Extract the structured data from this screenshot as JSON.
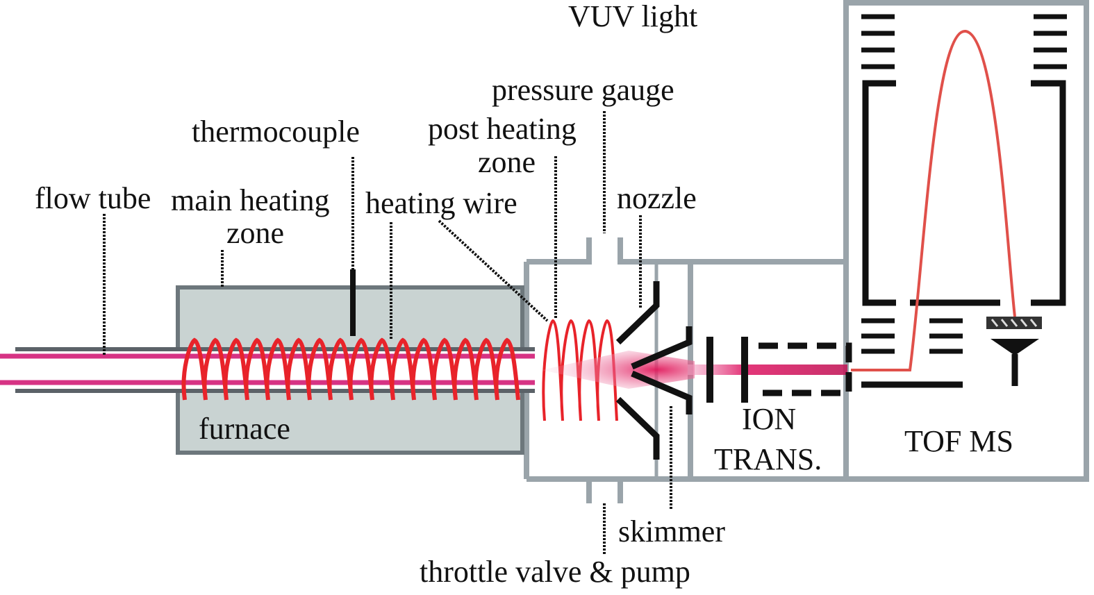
{
  "labels": {
    "vuv_light": "VUV light",
    "pressure_gauge": "pressure gauge",
    "thermocouple": "thermocouple",
    "post_heating_1": "post heating",
    "post_heating_2": "zone",
    "flow_tube": "flow tube",
    "main_heating_1": "main heating",
    "main_heating_2": "zone",
    "heating_wire": "heating wire",
    "nozzle": "nozzle",
    "furnace": "furnace",
    "ion_trans_1": "ION",
    "ion_trans_2": "TRANS.",
    "tof_ms": "TOF MS",
    "skimmer": "skimmer",
    "throttle_valve": "throttle valve & pump"
  },
  "colors": {
    "furnace_fill": "#c9d3d2",
    "chamber_wall": "#9aa4aa",
    "heating_wire": "#e8232a",
    "flow_tube": "#d63384",
    "vuv_beam": "#5b4fc0",
    "ion_trajectory": "#e0504a",
    "component_black": "#111111"
  }
}
